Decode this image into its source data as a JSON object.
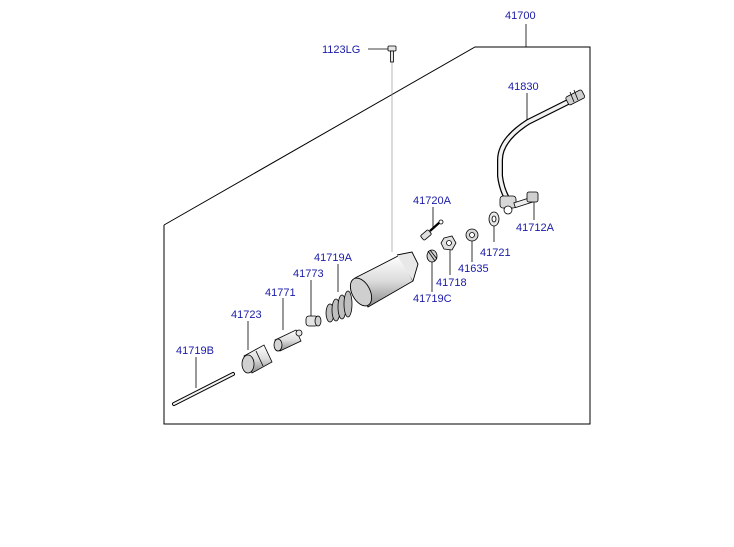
{
  "diagram": {
    "label_color": "#1a1aa8",
    "line_color": "#000000",
    "parts": [
      {
        "id": "41700"
      },
      {
        "id": "1123LG"
      },
      {
        "id": "41830"
      },
      {
        "id": "41720A"
      },
      {
        "id": "41712A"
      },
      {
        "id": "41721"
      },
      {
        "id": "41635"
      },
      {
        "id": "41718"
      },
      {
        "id": "41719C"
      },
      {
        "id": "41719A"
      },
      {
        "id": "41773"
      },
      {
        "id": "41771"
      },
      {
        "id": "41723"
      },
      {
        "id": "41719B"
      }
    ]
  }
}
